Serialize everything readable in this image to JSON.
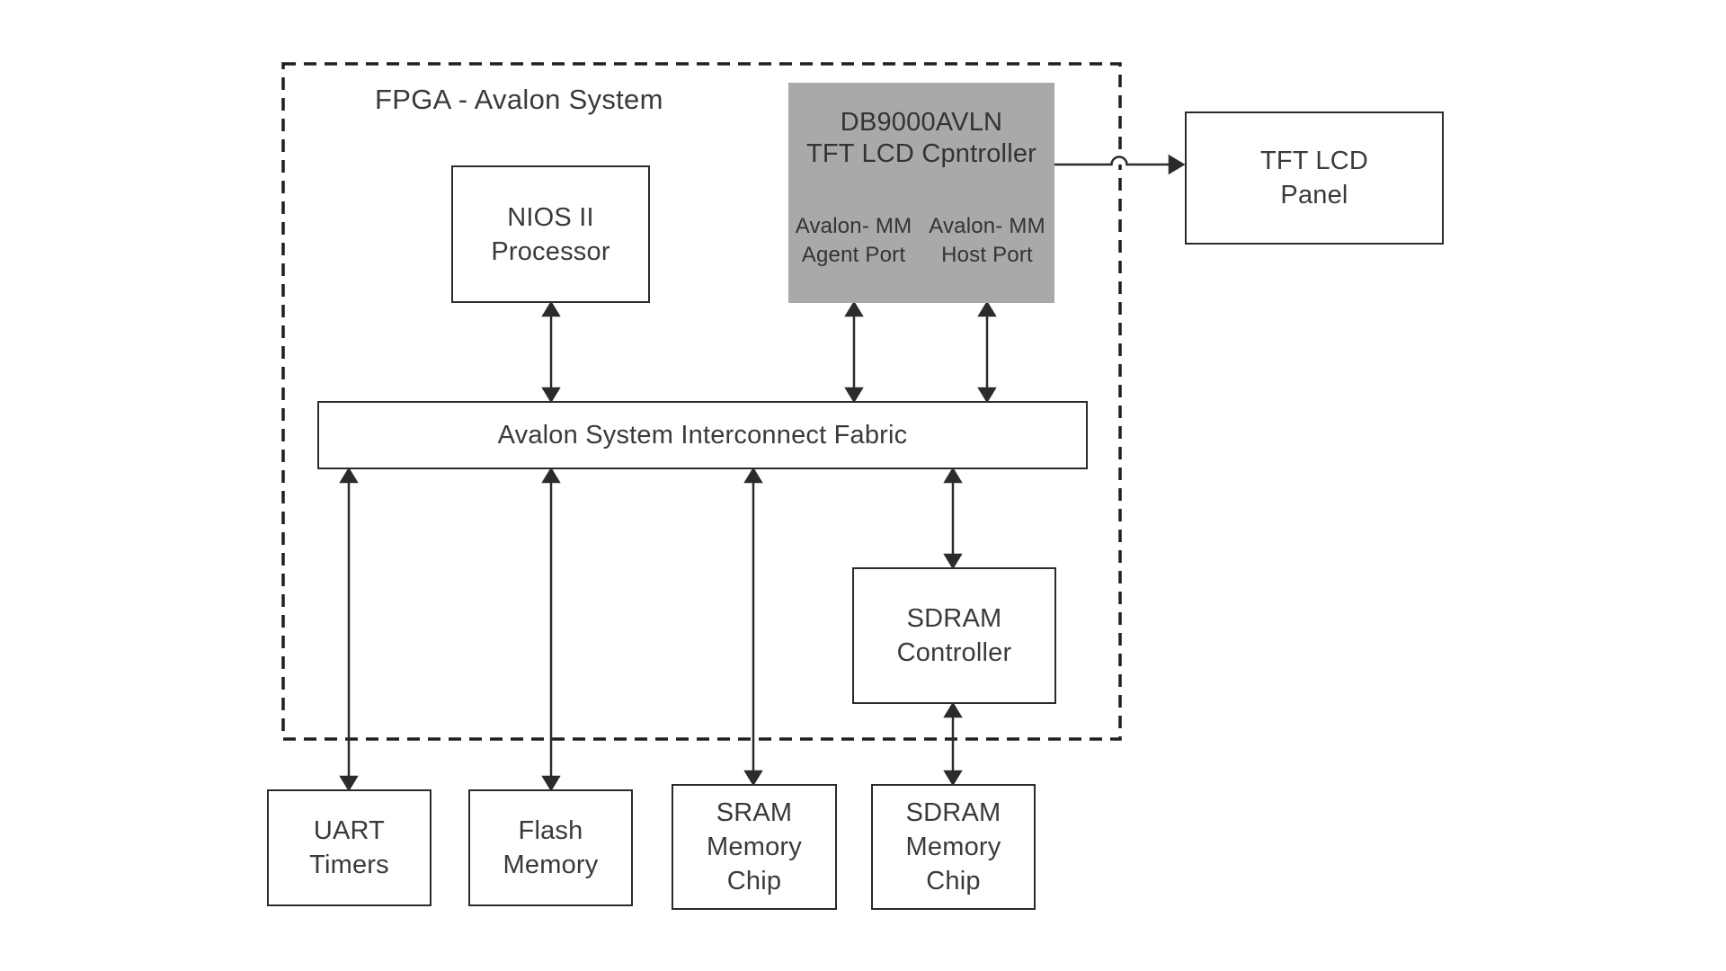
{
  "title": "FPGA - Avalon System",
  "colors": {
    "line_color": "#2b2b2b",
    "text_color": "#3a3a3a",
    "controller_fill": "#a9a9a9"
  },
  "blocks": {
    "nios_processor": {
      "lines": [
        "NIOS II",
        "Processor"
      ]
    },
    "lcd_controller": {
      "title_lines": [
        "DB9000AVLN",
        "TFT LCD Cpntroller"
      ],
      "agent_port_lines": [
        "Avalon- MM",
        "Agent Port"
      ],
      "host_port_lines": [
        "Avalon- MM",
        "Host Port"
      ]
    },
    "tft_lcd_panel": {
      "lines": [
        "TFT LCD",
        "Panel"
      ]
    },
    "interconnect_fabric": {
      "label": "Avalon System Interconnect Fabric"
    },
    "sdram_controller": {
      "lines": [
        "SDRAM",
        "Controller"
      ]
    },
    "uart_timers": {
      "lines": [
        "UART",
        "Timers"
      ]
    },
    "flash_memory": {
      "lines": [
        "Flash",
        "Memory"
      ]
    },
    "sram_memory_chip": {
      "lines": [
        "SRAM",
        "Memory",
        "Chip"
      ]
    },
    "sdram_memory_chip": {
      "lines": [
        "SDRAM",
        "Memory",
        "Chip"
      ]
    }
  },
  "connections": [
    {
      "from": "nios_processor",
      "to": "interconnect_fabric",
      "type": "bidirectional"
    },
    {
      "from": "lcd_controller_agent_port",
      "to": "interconnect_fabric",
      "type": "bidirectional"
    },
    {
      "from": "lcd_controller_host_port",
      "to": "interconnect_fabric",
      "type": "bidirectional"
    },
    {
      "from": "interconnect_fabric",
      "to": "uart_timers",
      "type": "bidirectional"
    },
    {
      "from": "interconnect_fabric",
      "to": "flash_memory",
      "type": "bidirectional"
    },
    {
      "from": "interconnect_fabric",
      "to": "sram_memory_chip",
      "type": "bidirectional"
    },
    {
      "from": "interconnect_fabric",
      "to": "sdram_controller",
      "type": "bidirectional"
    },
    {
      "from": "sdram_controller",
      "to": "sdram_memory_chip",
      "type": "bidirectional"
    },
    {
      "from": "lcd_controller",
      "to": "tft_lcd_panel",
      "type": "unidirectional"
    }
  ]
}
